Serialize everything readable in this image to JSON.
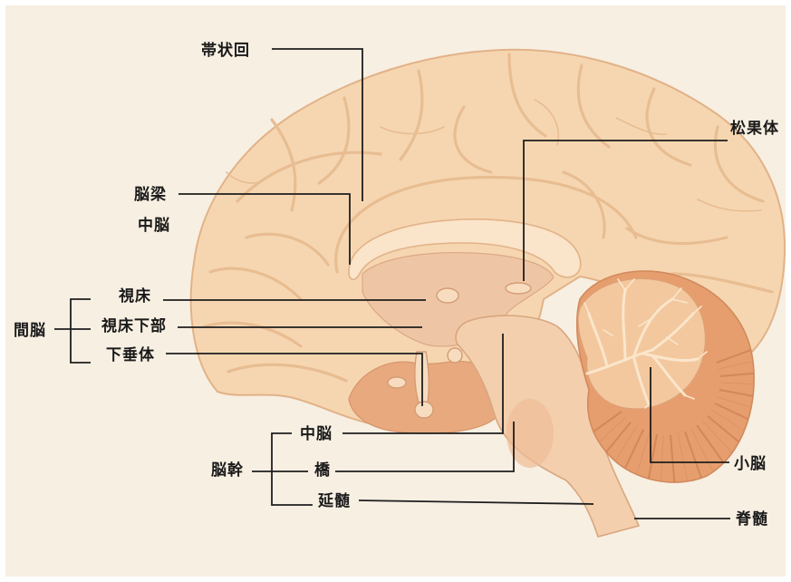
{
  "labels": {
    "cingulate_gyrus": "帯状回",
    "pineal_body": "松果体",
    "corpus_callosum": "脳梁",
    "midbrain_upper": "中脳",
    "thalamus": "視床",
    "diencephalon": "間脳",
    "hypothalamus": "視床下部",
    "pituitary": "下垂体",
    "midbrain": "中脳",
    "brainstem": "脳幹",
    "pons": "橋",
    "cerebellum": "小脳",
    "medulla": "延髄",
    "spinal_cord": "脊髄"
  },
  "colors": {
    "background": "#f7efe2",
    "cerebrum": "#f6d6b1",
    "cerebrum_outline": "#e2b288",
    "corpus_callosum": "#fae4ca",
    "temporal": "#e8a97e",
    "brainstem": "#f3cfae",
    "cerebellum": "#e69e6e",
    "cerebellum_inner": "#f3c89e",
    "line": "#1e1e1e",
    "text": "#1a1a1a"
  }
}
